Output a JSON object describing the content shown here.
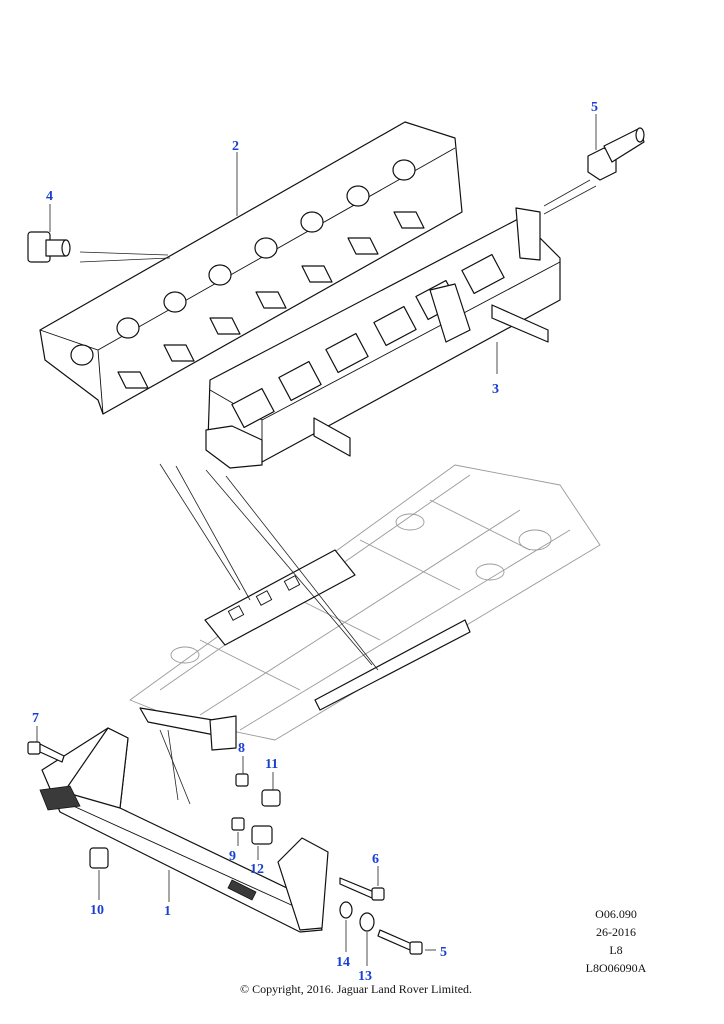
{
  "colors": {
    "callout": "#1a3fd1",
    "line": "#111111",
    "chassis": "#9a9a9a"
  },
  "callouts": [
    {
      "id": "c2",
      "label": "2"
    },
    {
      "id": "c4",
      "label": "4"
    },
    {
      "id": "c5a",
      "label": "5"
    },
    {
      "id": "c3",
      "label": "3"
    },
    {
      "id": "c7",
      "label": "7"
    },
    {
      "id": "c8",
      "label": "8"
    },
    {
      "id": "c11",
      "label": "11"
    },
    {
      "id": "c9",
      "label": "9"
    },
    {
      "id": "c12",
      "label": "12"
    },
    {
      "id": "c6",
      "label": "6"
    },
    {
      "id": "c10",
      "label": "10"
    },
    {
      "id": "c1",
      "label": "1"
    },
    {
      "id": "c5b",
      "label": "5"
    },
    {
      "id": "c14",
      "label": "14"
    },
    {
      "id": "c13",
      "label": "13"
    }
  ],
  "stamp": {
    "line1": "O06.090",
    "line2": "26-2016",
    "line3": "L8",
    "line4": "L8O06090A"
  },
  "copyright": "© Copyright, 2016. Jaguar Land Rover Limited."
}
